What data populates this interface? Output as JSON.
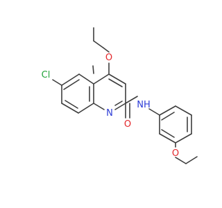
{
  "molecule": {
    "atoms": {
      "cl": {
        "text": "Cl",
        "color": "#22a33a"
      },
      "o_ethoxy_top": {
        "text": "O",
        "color": "#e3262a"
      },
      "n_ring": {
        "text": "N",
        "color": "#2b3bd6"
      },
      "o_carbonyl": {
        "text": "O",
        "color": "#e3262a"
      },
      "nh": {
        "text": "NH",
        "color": "#2b3bd6"
      },
      "o_ethoxy_right": {
        "text": "O",
        "color": "#e3262a"
      }
    },
    "bond_color": "#3d3d3d",
    "background": "#ffffff"
  }
}
